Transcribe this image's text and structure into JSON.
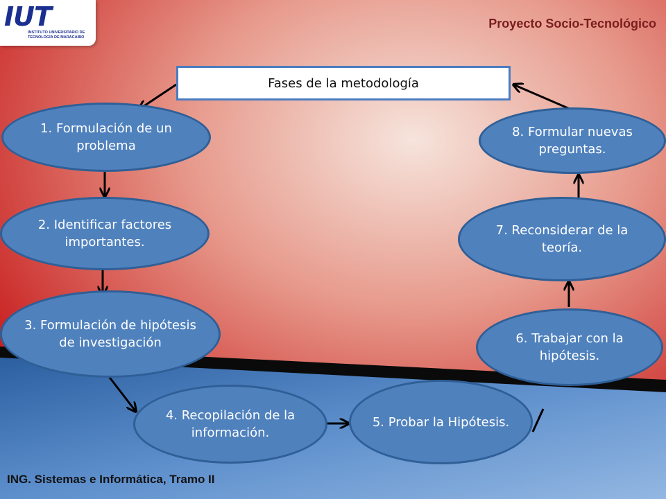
{
  "header": {
    "title": "Proyecto Socio-Tecnológico"
  },
  "logo": {
    "mark": "IUT",
    "line1": "INSTITUTO UNIVERSITARIO DE",
    "line2": "TECNOLOGÍA DE MARACAIBO"
  },
  "diagram": {
    "title": "Fases de la metodología",
    "nodes": [
      {
        "id": "n1",
        "label": "1. Formulación de un problema"
      },
      {
        "id": "n2",
        "label": "2. Identificar factores importantes."
      },
      {
        "id": "n3",
        "label": "3. Formulación de hipótesis de investigación"
      },
      {
        "id": "n4",
        "label": "4. Recopilación de la información."
      },
      {
        "id": "n5",
        "label": "5. Probar la Hipótesis."
      },
      {
        "id": "n6",
        "label": "6. Trabajar con la hipótesis."
      },
      {
        "id": "n7",
        "label": "7. Reconsiderar de la teoría."
      },
      {
        "id": "n8",
        "label": "8. Formular nuevas preguntas."
      }
    ]
  },
  "footer": {
    "text": "ING. Sistemas e Informática, Tramo II"
  }
}
